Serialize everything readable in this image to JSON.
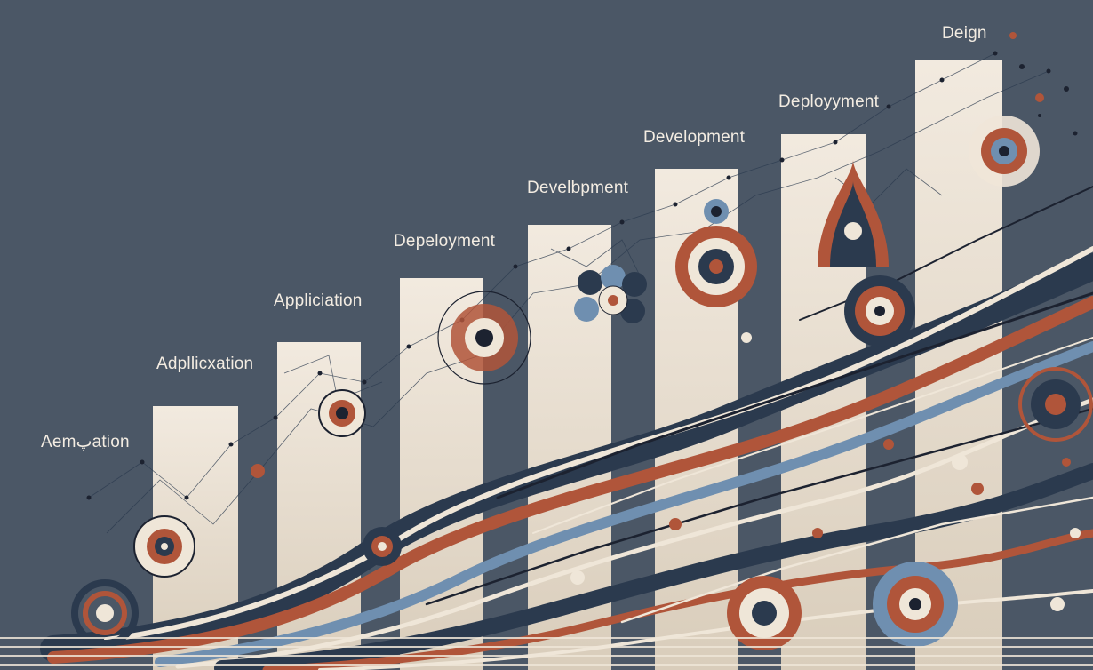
{
  "steps": [
    {
      "label": "Aemپation"
    },
    {
      "label": "Adpllicxation"
    },
    {
      "label": "Appliciation"
    },
    {
      "label": "Depeloyment"
    },
    {
      "label": "Develbpment"
    },
    {
      "label": "Development"
    },
    {
      "label": "Deployyment"
    },
    {
      "label": "Deign"
    }
  ],
  "colors": {
    "background": "#4b5766",
    "bar": "#efe6d8",
    "rust": "#b0553a",
    "navy": "#2b3a4e",
    "steel": "#6f8fb0",
    "cream": "#efe6d8",
    "ink": "#1c2230"
  }
}
